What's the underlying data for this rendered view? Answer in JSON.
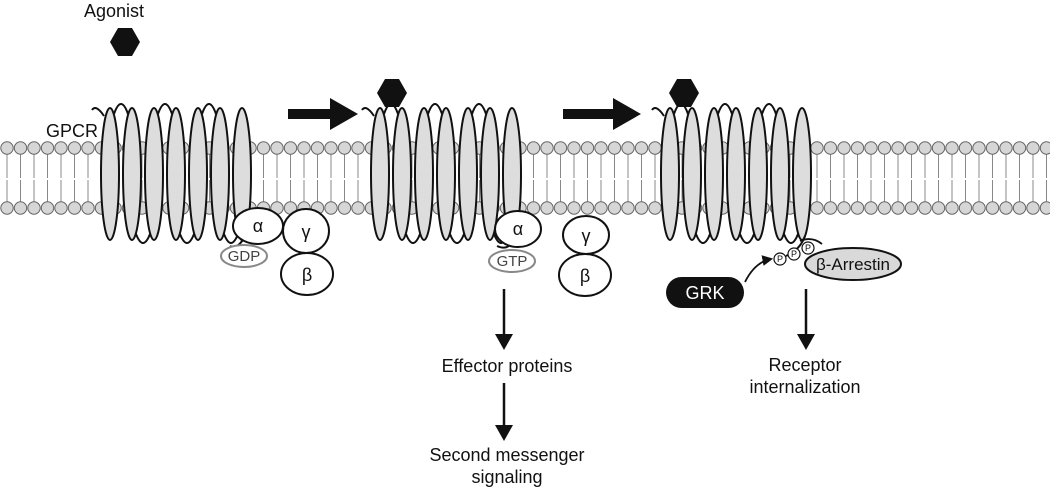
{
  "labels": {
    "agonist": "Agonist",
    "gpcr": "GPCR",
    "alpha": "α",
    "gamma": "γ",
    "beta": "β",
    "gdp": "GDP",
    "gtp": "GTP",
    "grk": "GRK",
    "p": "P",
    "beta_arrestin": "β-Arrestin",
    "effector": "Effector proteins",
    "second_line1": "Second messenger",
    "second_line2": "signaling",
    "receptor_line1": "Receptor",
    "receptor_line2": "internalization"
  },
  "colors": {
    "agonist": "#111111",
    "helix_fill": "#dddddd",
    "membrane_head": "#d6d6d6",
    "outline": "#111111",
    "grk_fill": "#111111",
    "arrestin_fill": "#d9d9d9"
  }
}
